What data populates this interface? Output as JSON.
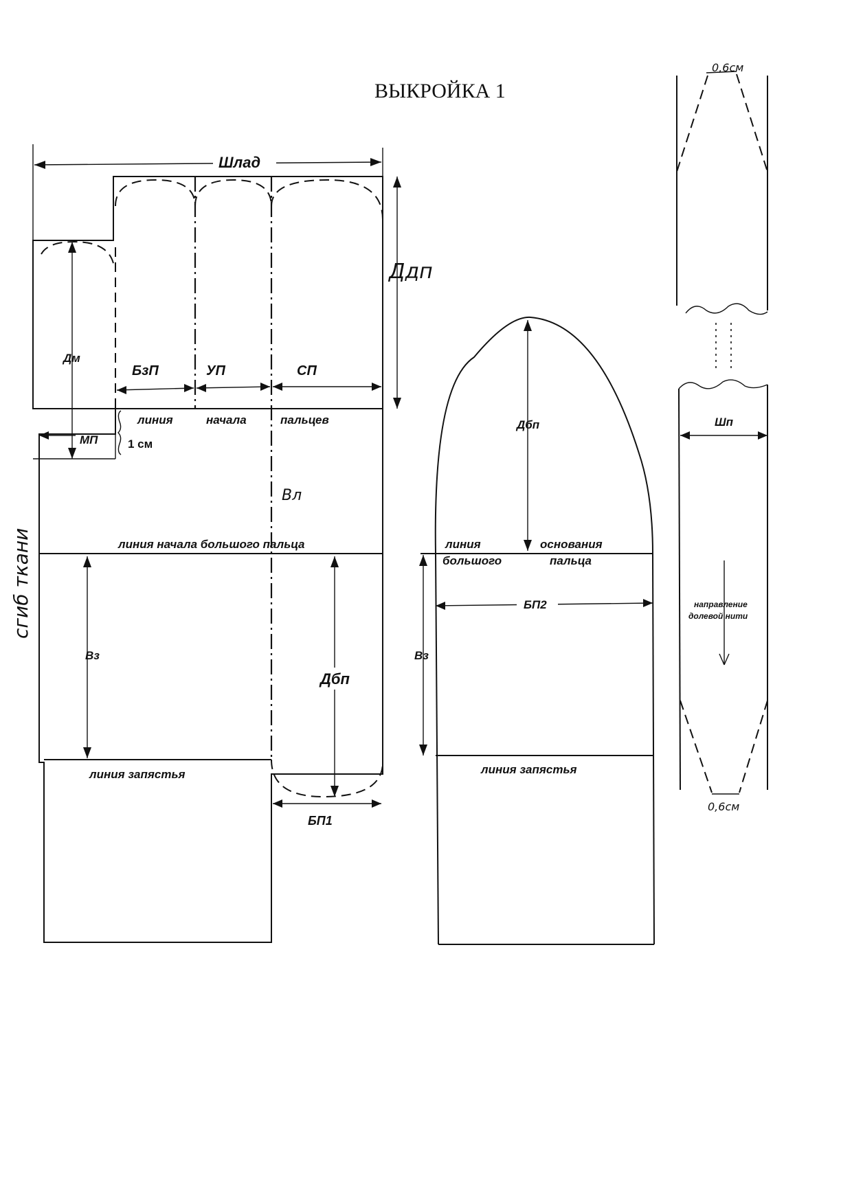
{
  "title": "ВЫКРОЙКА 1",
  "labels": {
    "shlad": "Шлад",
    "ddp": "Ддп",
    "dm": "Дм",
    "bzp": "БзП",
    "up": "УП",
    "sp": "СП",
    "line_word": "линия",
    "start_word": "начала",
    "fingers_word": "пальцев",
    "mp": "МП",
    "one_cm": "1 см",
    "vl": "Вл",
    "thumb_start_line": "линия начала большого пальца",
    "vz_left": "Вз",
    "dbp_left": "Дбп",
    "wrist_line_left": "линия  запястья",
    "bp1": "БП1",
    "fold": "сгиб ткани",
    "dbp_right": "Дбп",
    "thumb_line_1": "линия",
    "thumb_line_2": "основания",
    "thumb_line_3": "большого",
    "thumb_line_4": "пальца",
    "bp2": "БП2",
    "vz_right": "Вз",
    "wrist_line_right": "линия  запястья",
    "top_width": "0,6см",
    "shp": "Шп",
    "grain_1": "направление",
    "grain_2": "долевой нити",
    "bottom_width": "0,6см"
  }
}
